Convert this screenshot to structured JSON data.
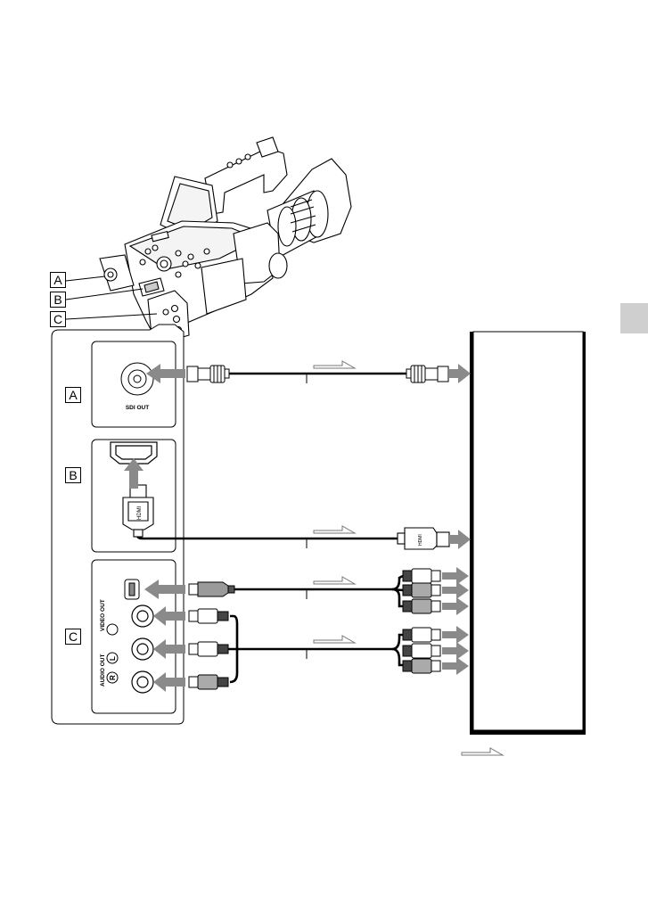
{
  "labels": {
    "a": "A",
    "b": "B",
    "c": "C"
  },
  "ports": {
    "sdi": "SDI OUT",
    "video_out": "VIDEO OUT",
    "audio_out": "AUDIO OUT",
    "audio_left": "L",
    "audio_right": "R",
    "hdmi_plug": "HDMI"
  },
  "colors": {
    "arrow_fill": "#8a8a8a",
    "side_tab": "#cfcfcf",
    "line": "#000000"
  },
  "icons": {
    "signal_flow": "hollow-arrow-icon",
    "plug_direction": "gray-arrow-icon"
  }
}
